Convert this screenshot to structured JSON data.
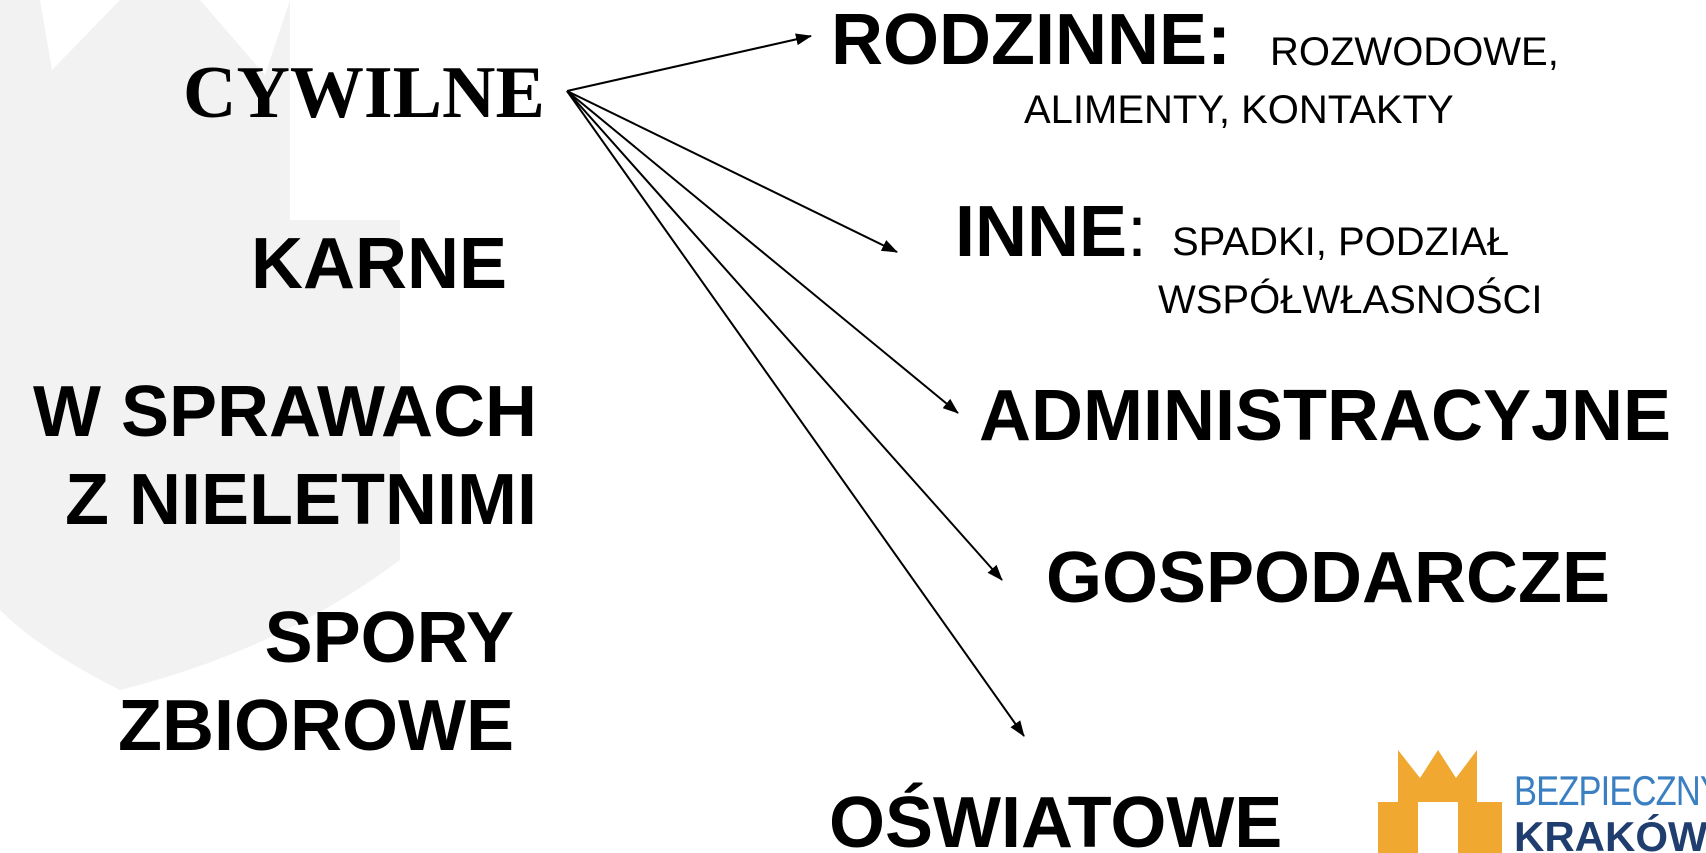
{
  "diagram": {
    "source_node": "CYWILNE",
    "left_nodes": {
      "karne": "KARNE",
      "nieletnimi": [
        "W SPRAWACH",
        "Z NIELETNIMI"
      ],
      "spory": [
        "SPORY",
        "ZBIOROWE"
      ]
    },
    "targets": {
      "rodzinne": {
        "title": "RODZINNE:",
        "desc_line1": "ROZWODOWE,",
        "desc_line2": "ALIMENTY, KONTAKTY"
      },
      "inne": {
        "title": "INNE",
        "colon": ":",
        "desc_line1": "SPADKI, PODZIAŁ",
        "desc_line2": "WSPÓŁWŁASNOŚCI"
      },
      "administracyjne": "ADMINISTRACYJNE",
      "gospodarcze": "GOSPODARCZE",
      "oswiatowe": "OŚWIATOWE"
    }
  },
  "logo": {
    "line1": "BEZPIECZNY",
    "line2": "KRAKÓW",
    "colors": {
      "crown": "#f0a830",
      "text": "#3a7fc1"
    }
  },
  "watermark_color": "#f2f2f2"
}
